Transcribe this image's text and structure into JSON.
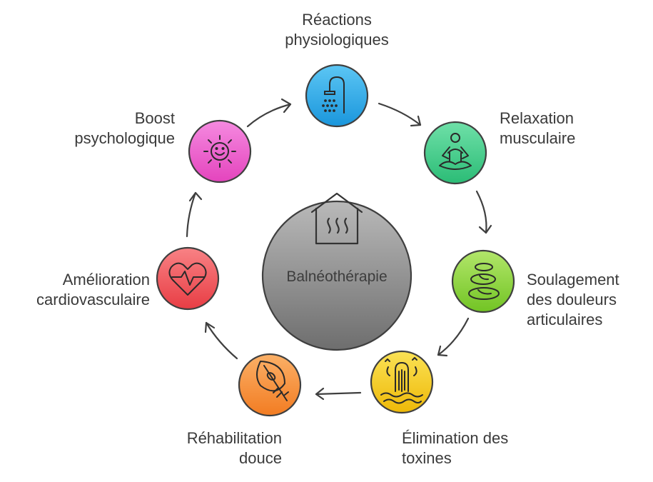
{
  "center": {
    "label": "Balnéothérapie",
    "icon": "house-steam-icon",
    "color": "#8a8a8a"
  },
  "nodes": [
    {
      "id": "reactions",
      "icon": "shower-icon",
      "color": "#2fa8e6",
      "lines": [
        "Réactions",
        "physiologiques"
      ]
    },
    {
      "id": "relaxation",
      "icon": "meditation-icon",
      "color": "#3fcf8a",
      "lines": [
        "Relaxation",
        "musculaire"
      ]
    },
    {
      "id": "soulagement",
      "icon": "stones-icon",
      "color": "#8fd23c",
      "lines": [
        "Soulagement",
        "des douleurs",
        "articulaires"
      ]
    },
    {
      "id": "elimination",
      "icon": "waterfall-icon",
      "color": "#f3c816",
      "lines": [
        "Élimination des",
        "toxines"
      ]
    },
    {
      "id": "rehabilitation",
      "icon": "feather-icon",
      "color": "#f7923a",
      "lines": [
        "Réhabilitation",
        "douce"
      ]
    },
    {
      "id": "amelioration",
      "icon": "heartbeat-icon",
      "color": "#f0565a",
      "lines": [
        "Amélioration",
        "cardiovasculaire"
      ]
    },
    {
      "id": "boost",
      "icon": "smiling-sun-icon",
      "color": "#ee5fcc",
      "lines": [
        "Boost",
        "psychologique"
      ]
    }
  ]
}
